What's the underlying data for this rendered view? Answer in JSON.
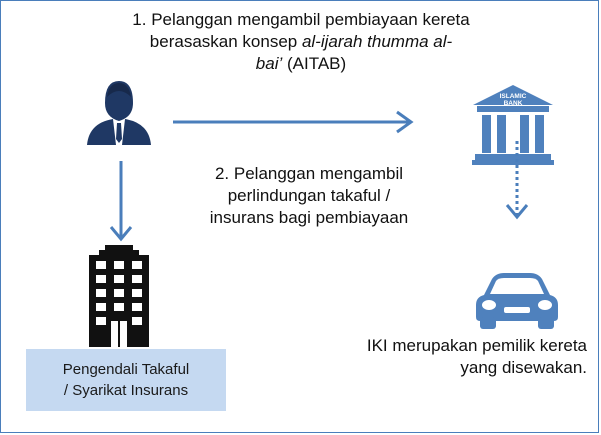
{
  "step1": {
    "number": "1.",
    "line1": "Pelanggan mengambil pembiayaan kereta",
    "line2_prefix": "berasaskan konsep ",
    "concept_italic_a": "al-ijarah thumma al-",
    "concept_italic_b": "bai’",
    "line3_suffix": " (AITAB)"
  },
  "step2": {
    "number": "2.",
    "line1": "Pelanggan mengambil",
    "line2": "perlindungan takaful /",
    "line3": "insurans bagi pembiayaan"
  },
  "bank_icon_text": {
    "line1": "ISLAMIC",
    "line2": "BANK"
  },
  "provider_label": {
    "line1": "Pengendali Takaful",
    "line2": "/ Syarikat Insurans"
  },
  "owner_note": {
    "line1": "IKI merupakan pemilik kereta",
    "line2": "yang disewakan."
  },
  "icons": {
    "customer": "businessman-icon",
    "bank": "islamic-bank-icon",
    "insurer": "office-building-icon",
    "car": "car-icon"
  },
  "colors": {
    "arrow": "#4a7ebb",
    "icon_blue": "#4f81bd",
    "customer_figure": "#1f3864",
    "label_box": "#c5d9f1",
    "building": "#111111"
  }
}
